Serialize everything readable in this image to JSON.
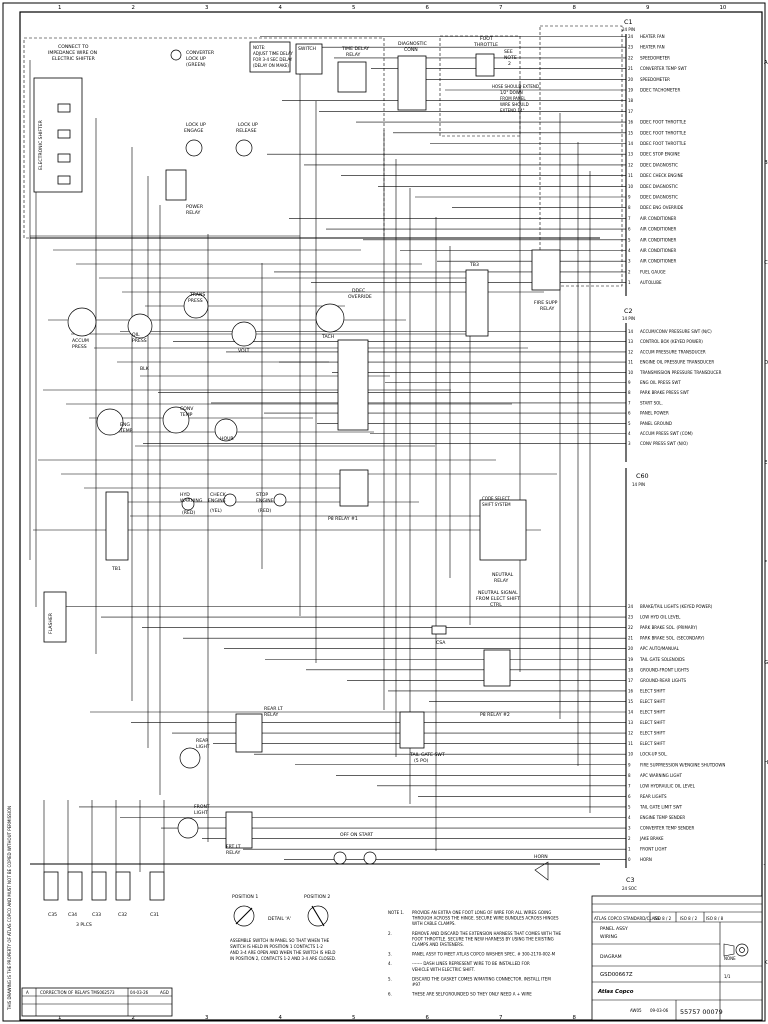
{
  "grid": {
    "columns": [
      "1",
      "2",
      "3",
      "4",
      "5",
      "6",
      "7",
      "8",
      "9",
      "10"
    ],
    "rows": [
      "A",
      "B",
      "C",
      "D",
      "E",
      "F",
      "G",
      "H",
      "J",
      "K"
    ]
  },
  "connectors": {
    "c1": {
      "name": "C1",
      "pins": "24 PIN"
    },
    "c2": {
      "name": "C2",
      "pins": "14 PIN"
    },
    "c60": {
      "name": "C60",
      "pins": "14 PIN"
    },
    "c3": {
      "name": "C3",
      "pins": "24 SOC"
    }
  },
  "c1_pins": [
    {
      "no": "24",
      "label": "HEATER FAN"
    },
    {
      "no": "23",
      "label": "HEATER FAN"
    },
    {
      "no": "22",
      "label": "SPEEDOMETER"
    },
    {
      "no": "21",
      "label": "CONVERTER TEMP SWT"
    },
    {
      "no": "20",
      "label": "SPEEDOMETER"
    },
    {
      "no": "19",
      "label": "DDEC TACHOMETER"
    },
    {
      "no": "18",
      "label": ""
    },
    {
      "no": "17",
      "label": ""
    },
    {
      "no": "16",
      "label": "DDEC FOOT THROTTLE"
    },
    {
      "no": "15",
      "label": "DDEC FOOT THROTTLE"
    },
    {
      "no": "14",
      "label": "DDEC FOOT THROTTLE"
    },
    {
      "no": "13",
      "label": "DDEC STOP ENGINE"
    },
    {
      "no": "12",
      "label": "DDEC DIAGNOSTIC"
    },
    {
      "no": "11",
      "label": "DDEC CHECK ENGINE"
    },
    {
      "no": "10",
      "label": "DDEC DIAGNOSTIC"
    },
    {
      "no": "9",
      "label": "DDEC DIAGNOSTIC"
    },
    {
      "no": "8",
      "label": "DDEC ENG OVERRIDE"
    },
    {
      "no": "7",
      "label": "AIR CONDITIONER"
    },
    {
      "no": "6",
      "label": "AIR CONDITIONER"
    },
    {
      "no": "5",
      "label": "AIR CONDITIONER"
    },
    {
      "no": "4",
      "label": "AIR CONDITIONER"
    },
    {
      "no": "3",
      "label": "AIR CONDITIONER"
    },
    {
      "no": "2",
      "label": "FUEL GAUGE"
    },
    {
      "no": "1",
      "label": "AUTOLUBE"
    }
  ],
  "c2_pins": [
    {
      "no": "14",
      "label": "ACCUM/CONV PRESSURE SWT (N/C)"
    },
    {
      "no": "13",
      "label": "CONTROL BOX (KEYED POWER)"
    },
    {
      "no": "12",
      "label": "ACCUM PRESSURE TRANSDUCER"
    },
    {
      "no": "11",
      "label": "ENGINE OIL PRESSURE TRANSDUCER"
    },
    {
      "no": "10",
      "label": "TRANSMISSION PRESSURE TRANSDUCER"
    },
    {
      "no": "9",
      "label": "ENG OIL PRESS SWT"
    },
    {
      "no": "8",
      "label": "PARK BRAKE PRESS SWT"
    },
    {
      "no": "7",
      "label": "START SOL."
    },
    {
      "no": "6",
      "label": "PANEL POWER"
    },
    {
      "no": "5",
      "label": "PANEL GROUND"
    },
    {
      "no": "4",
      "label": "ACCUM PRESS SWT (COM)"
    },
    {
      "no": "3",
      "label": "CONV PRESS SWT (N/O)"
    }
  ],
  "c3_pins": [
    {
      "no": "24",
      "label": "BRAKE/TAIL LIGHTS (KEYED POWER)"
    },
    {
      "no": "23",
      "label": "LOW HYD OIL LEVEL"
    },
    {
      "no": "22",
      "label": "PARK BRAKE SOL. (PRIMARY)"
    },
    {
      "no": "21",
      "label": "PARK BRAKE SOL. (SECONDARY)"
    },
    {
      "no": "20",
      "label": "APC AUTO/MANUAL"
    },
    {
      "no": "19",
      "label": "TAIL GATE SOLENOIDS"
    },
    {
      "no": "18",
      "label": "GROUND-FRONT LIGHTS"
    },
    {
      "no": "17",
      "label": "GROUND-REAR LIGHTS"
    },
    {
      "no": "16",
      "label": "ELECT SHIFT"
    },
    {
      "no": "15",
      "label": "ELECT SHIFT"
    },
    {
      "no": "14",
      "label": "ELECT SHIFT"
    },
    {
      "no": "13",
      "label": "ELECT SHIFT"
    },
    {
      "no": "12",
      "label": "ELECT SHIFT"
    },
    {
      "no": "11",
      "label": "ELECT SHIFT"
    },
    {
      "no": "10",
      "label": "LOCK-UP SOL."
    },
    {
      "no": "9",
      "label": "FIRE SUPPRESSION W/ENGINE SHUTDOWN"
    },
    {
      "no": "8",
      "label": "APC WARNING LIGHT"
    },
    {
      "no": "7",
      "label": "LOW HYDRAULIC OIL LEVEL"
    },
    {
      "no": "6",
      "label": "REAR LIGHTS"
    },
    {
      "no": "5",
      "label": "TAIL GATE LIMIT SWT"
    },
    {
      "no": "4",
      "label": "ENGINE TEMP SENDER"
    },
    {
      "no": "3",
      "label": "CONVERTER TEMP SENDER"
    },
    {
      "no": "2",
      "label": "JAKE BRAKE"
    },
    {
      "no": "1",
      "label": "FRONT LIGHT"
    },
    {
      "no": "0",
      "label": "HORN"
    }
  ],
  "components": {
    "impedance": [
      "CONNECT TO",
      "IMPEDANCE WIRE ON",
      "ELECTRIC SHIFTER"
    ],
    "converter_lockup": [
      "CONVERTER",
      "LOCK UP",
      "(GREEN)"
    ],
    "note_box": [
      "NOTE:",
      "ADJUST TIME DELAY",
      "FOR 3-4 SEC DELAY",
      "(DELAY ON MAKE)"
    ],
    "switch_label": "SWITCH",
    "time_delay_relay": [
      "TIME DELAY",
      "RELAY"
    ],
    "diagnostic_conn": [
      "DIAGNOSTIC",
      "CONN"
    ],
    "foot_throttle": [
      "FOOT",
      "THROTTLE"
    ],
    "see_note": [
      "SEE",
      "NOTE",
      "2"
    ],
    "hose_note": [
      "HOSE SHOULD EXTEND",
      "1/2\" DOWN",
      "FROM PANEL",
      "WIRE SHOULD",
      "EXTEND 14\""
    ],
    "electronic_shifter": "ELECTRONIC SHIFTER",
    "lockup_engage": [
      "LOCK UP",
      "ENGAGE"
    ],
    "lockup_release": [
      "LOCK UP",
      "RELEASE"
    ],
    "power_relay": [
      "POWER",
      "RELAY"
    ],
    "accum": [
      "ACCUM",
      "PRESS"
    ],
    "trans_press": [
      "TRANS",
      "PRESS"
    ],
    "oil_press": [
      "OIL",
      "PRESS"
    ],
    "volt": "VOLT",
    "ddec_override": [
      "DDEC",
      "OVERRIDE"
    ],
    "tach": "TACH",
    "tb3": "TB3",
    "fire_supp_relay": [
      "FIRE SUPP",
      "RELAY"
    ],
    "eng_temp": [
      "ENG",
      "TEMP"
    ],
    "conv_temp": [
      "CONV",
      "TEMP"
    ],
    "hour": "HOUR",
    "blk": "BLK",
    "p8_relay1": "P8 RELAY #1",
    "flasher": "FLASHER",
    "tb1": "TB1",
    "hyd_warning": [
      "HYD",
      "WARNING",
      "(RED)"
    ],
    "check_engine": [
      "CHECK",
      "ENGINE",
      "(YEL)"
    ],
    "stop_engine": [
      "STOP",
      "ENGINE",
      "(RED)"
    ],
    "neutral_relay": [
      "NEUTRAL",
      "RELAY"
    ],
    "neutral_signal": [
      "NEUTRAL SIGNAL",
      "FROM ELECT SHIFT",
      "CTRL"
    ],
    "elect_shift": [
      "CODE SELECT",
      "SHIFT SYSTEM"
    ],
    "csa": "CSA",
    "p8_relay2": "P8 RELAY #2",
    "rear_lt_relay": [
      "REAR LT",
      "RELAY"
    ],
    "rear_light": [
      "REAR",
      "LIGHT"
    ],
    "tail_gate_swt": [
      "TAIL GATE SWT",
      "(5 PO)"
    ],
    "front_light": [
      "FRONT",
      "LIGHT"
    ],
    "frt_lt_relay": [
      "FRT LT",
      "RELAY"
    ],
    "off_on_start": "OFF  ON  START",
    "horn": "HORN",
    "fuse_labels": [
      "C35",
      "C34",
      "C33",
      "C32",
      "C31",
      "3 PLCS"
    ]
  },
  "detail": {
    "position_1": "POSITION 1",
    "position_2": "POSITION 2",
    "detail_a": "DETAIL 'A'",
    "caption": [
      "ASSEMBLE SWITCH IN PANEL SO THAT WHEN THE",
      "SWITCH IS HELD IN POSITION 1 CONTACTS 1-2",
      "AND 3-4 ARE OPEN AND WHEN THE SWITCH IS HELD",
      "IN POSITION 2, CONTACTS 1-2 AND 3-4 ARE CLOSED."
    ]
  },
  "notes": [
    {
      "no": "NOTE 1.",
      "text": "PROVIDE AN EXTRA ONE FOOT LONG OF WIRE FOR ALL WIRES GOING THROUGH ACROSS THE HINGE. SECURE WIRE BUNDLES ACROSS HINGES WITH CABLE CLAMPS."
    },
    {
      "no": "2.",
      "text": "REMOVE AND DISCARD THE EXTENSION HARNESS THAT COMES WITH THE FOOT THROTTLE. SECURE THE NEW HARNESS BY USING THE EXISTING CLAMPS AND FASTENERS."
    },
    {
      "no": "3.",
      "text": "PANEL ASSY TO MEET ATLAS COPCO WASHER SPEC. # 300-2170-002-M"
    },
    {
      "no": "4.",
      "text": "------- DASH LINES REPRESENT WIRE TO BE INSTALLED FOR VEHICLE WITH ELECTRIC SHIFT."
    },
    {
      "no": "5.",
      "text": "DISCARD THE GASKET COMES W/MATING CONNECTOR. INSTALL ITEM #97"
    },
    {
      "no": "6.",
      "text": "THESE ARE SELFGROUNDED SO THEY ONLY NEED A + WIRE"
    }
  ],
  "title_block": {
    "standard": "ATLAS COPCO STANDARD/CLASS",
    "class1": "ISO 8 / 2",
    "class2": "ISO 8 / 2",
    "class3": "ISO 8 / 8",
    "title1": "PANEL ASSY",
    "title2": "WIRING",
    "title3": "DIAGRAM",
    "material": "GSD00667Z",
    "drawn": "AW05",
    "date": "09-03-06",
    "drawing_no": "55757 00079",
    "sheet": "1/1",
    "scale": "NONE",
    "company": "Atlas Copco",
    "revision_text": "CORRECTION OF RELAYS TMS062573",
    "revision_date": "04-03-26",
    "revision_by": "AGD",
    "revision_letter": "A"
  },
  "left_strip": "THIS DRAWING IS THE PROPERTY OF ATLAS COPCO AND MUST NOT BE COPIED WITHOUT PERMISSION"
}
